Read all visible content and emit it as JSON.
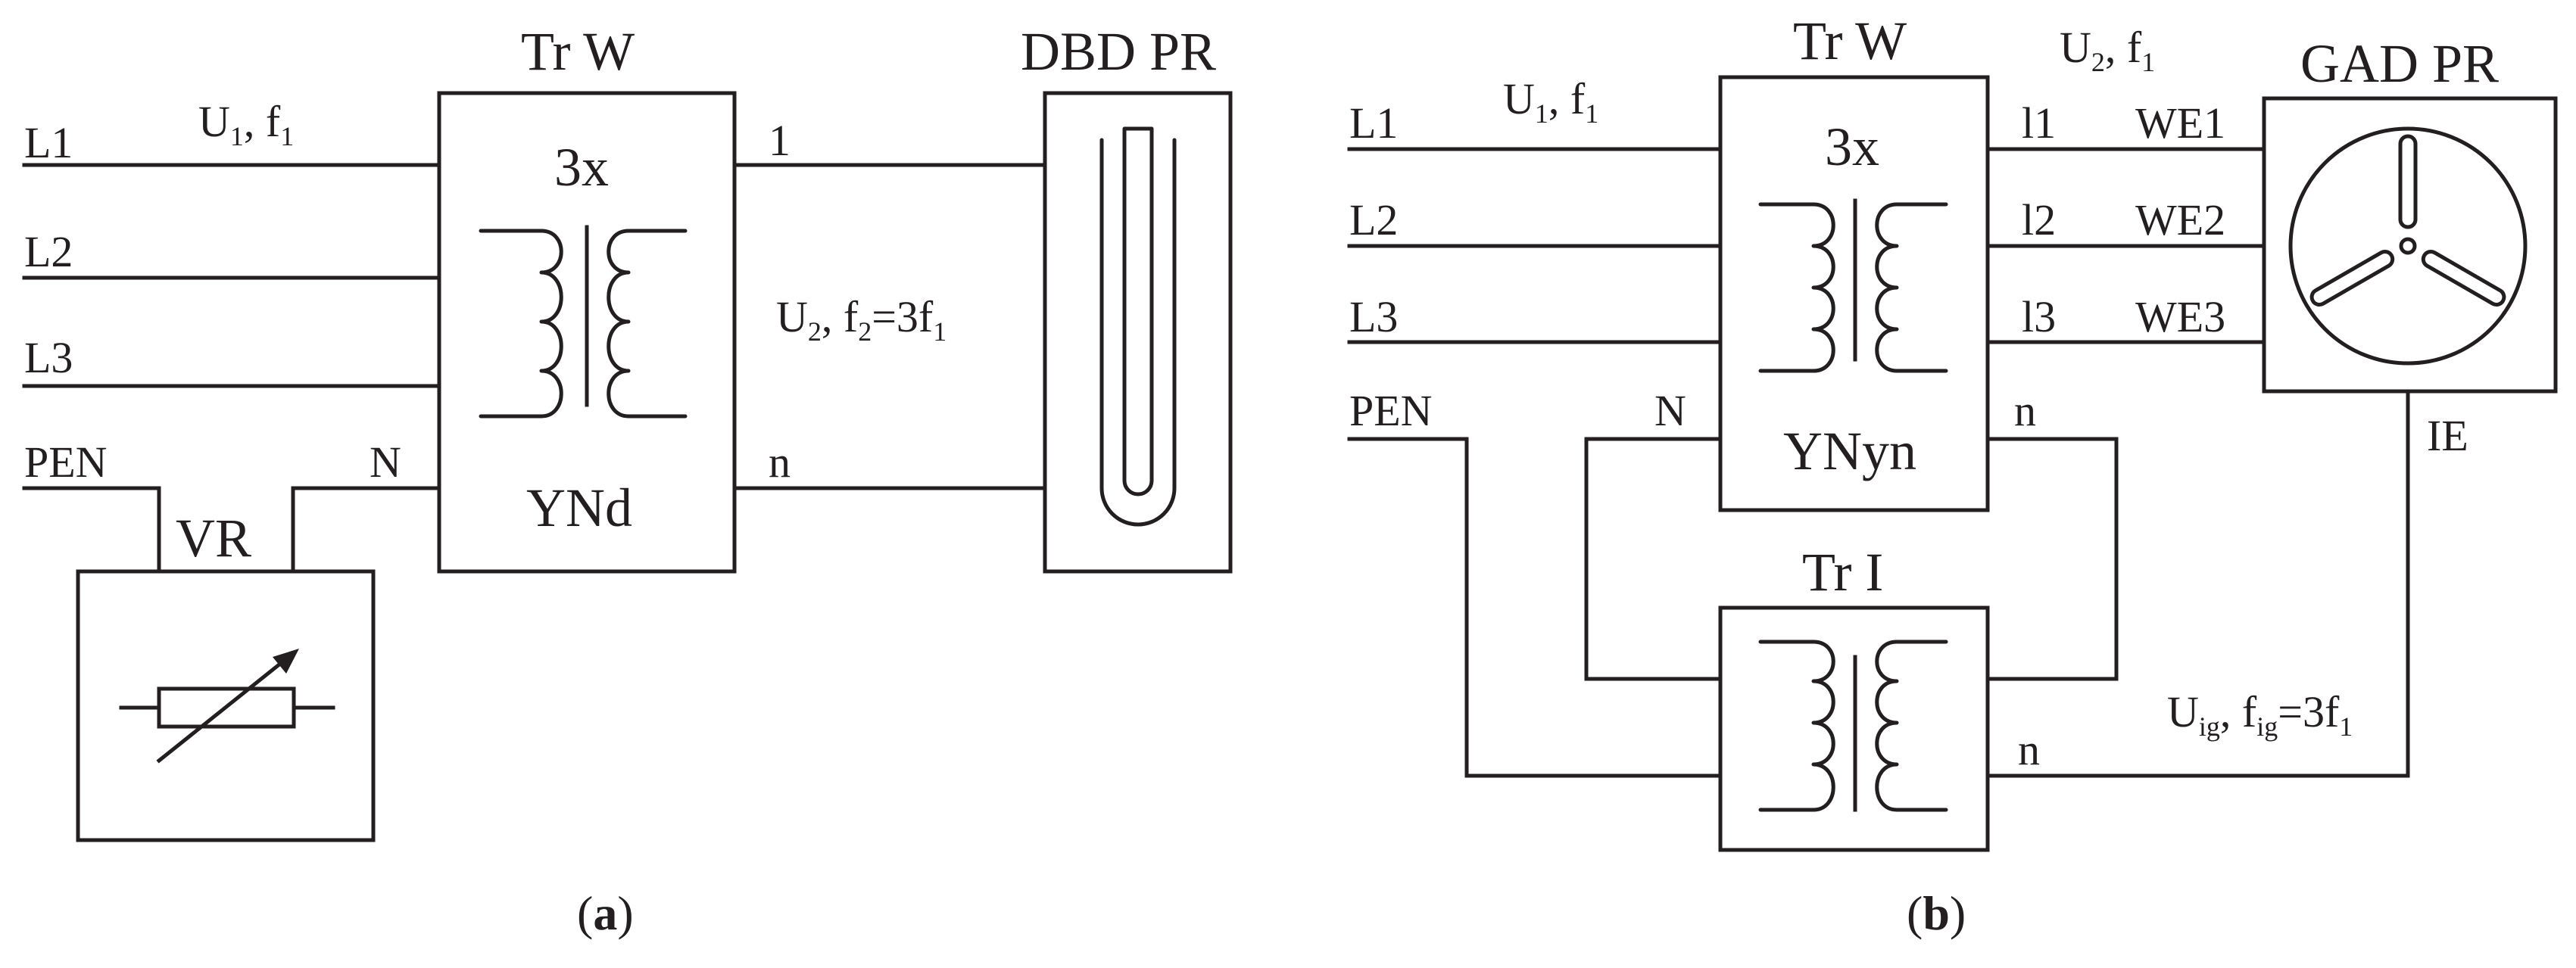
{
  "panel_a": {
    "lines": [
      "L1",
      "L2",
      "L3",
      "PEN"
    ],
    "supply_label": {
      "U": "U",
      "U_sub": "1",
      "sep": ", f",
      "f_sub": "1"
    },
    "transformer": {
      "title": "Tr W",
      "count": "3x",
      "vector_group": "YNd"
    },
    "neutral_in": "N",
    "regulator": "VR",
    "out_top": "1",
    "out_bottom": "n",
    "out_label": {
      "U": "U",
      "U_sub": "2",
      "mid": ", f",
      "f_sub": "2",
      "eq": "=3f",
      "eq_sub": "1"
    },
    "reactor": "DBD PR",
    "caption": {
      "open": "(",
      "letter": "a",
      "close": ")"
    }
  },
  "panel_b": {
    "lines": [
      "L1",
      "L2",
      "L3",
      "PEN"
    ],
    "supply_label": {
      "U": "U",
      "U_sub": "1",
      "sep": ", f",
      "f_sub": "1"
    },
    "transformer": {
      "title": "Tr W",
      "count": "3x",
      "vector_group": "YNyn"
    },
    "secondary_label": {
      "U": "U",
      "U_sub": "2",
      "sep": ", f",
      "f_sub": "1"
    },
    "outputs": [
      "l1",
      "l2",
      "l3"
    ],
    "electrodes": [
      "WE1",
      "WE2",
      "WE3"
    ],
    "reactor": "GAD PR",
    "neutral_N": "N",
    "neutral_n": "n",
    "ignition_transformer": "Tr I",
    "ignition_n": "n",
    "ignition_electrode": "IE",
    "ignition_label": {
      "U": "U",
      "U_sub": "ig",
      "mid": ", f",
      "f_sub": "ig",
      "eq": "=3f",
      "eq_sub": "1"
    },
    "caption": {
      "open": "(",
      "letter": "b",
      "close": ")"
    }
  }
}
